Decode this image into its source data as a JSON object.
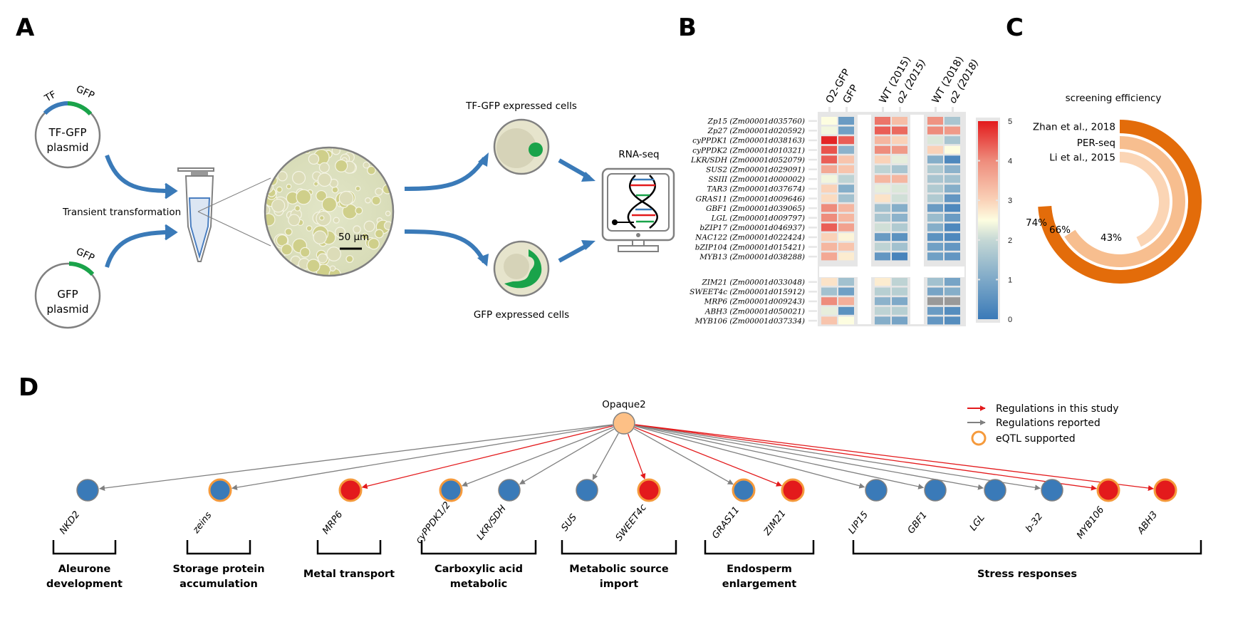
{
  "panels": {
    "A": {
      "letter": "A",
      "plasmid_tf_gfp": {
        "tag_tf": "TF",
        "tag_gfp": "GFP",
        "line1": "TF-GFP",
        "line2": "plasmid"
      },
      "plasmid_gfp": {
        "tag_gfp": "GFP",
        "line1": "GFP",
        "line2": "plasmid"
      },
      "transformation_label": "Transient transformation",
      "scale_bar_label": "50 µm",
      "tf_gfp_cells_label": "TF-GFP expressed cells",
      "gfp_cells_label": "GFP expressed cells",
      "rnaseq_label": "RNA-seq",
      "colors": {
        "arrow": "#3a7ab8",
        "tf": "#3a7ab8",
        "gfp": "#1aa34a",
        "outline": "#808080"
      }
    },
    "B": {
      "letter": "B",
      "column_headers": [
        "O2-GFP",
        "GFP",
        "WT (2015)",
        "o2 (2015)",
        "WT (2018)",
        "o2 (2018)"
      ],
      "column_italic": [
        false,
        false,
        false,
        true,
        false,
        true
      ]
    },
    "C": {
      "letter": "C"
    },
    "D": {
      "letter": "D",
      "hub": "Opaque2",
      "legend": [
        {
          "label": "Regulations in this study",
          "type": "red-arrow"
        },
        {
          "label": "Regulations reported",
          "type": "gray-arrow"
        },
        {
          "label": "eQTL supported",
          "type": "orange-ring"
        }
      ],
      "colors": {
        "study": "#e31a1c",
        "reported": "#808080",
        "eqtl": "#f59a3c",
        "blue_node": "#3a7ab8",
        "red_node": "#e31a1c",
        "hub": "#fdc086"
      }
    }
  },
  "chart_data": [
    {
      "type": "heatmap",
      "title": "",
      "columns": [
        "O2-GFP",
        "GFP",
        "WT (2015)",
        "o2 (2015)",
        "WT (2018)",
        "o2 (2018)"
      ],
      "column_groups": [
        [
          "O2-GFP",
          "GFP"
        ],
        [
          "WT (2015)",
          "o2 (2015)"
        ],
        [
          "WT (2018)",
          "o2 (2018)"
        ]
      ],
      "row_groups": [
        {
          "rows": [
            "Zp15 (Zm00001d035760)",
            "Zp27 (Zm00001d020592)",
            "cyPPDK1 (Zm00001d038163)",
            "cyPPDK2 (Zm00001d010321)",
            "LKR/SDH (Zm00001d052079)",
            "SUS2 (Zm00001d029091)",
            "SSIII (Zm00001d000002)",
            "TAR3 (Zm00001d037674)",
            "GRAS11 (Zm00001d009646)",
            "GBF1 (Zm00001d039065)",
            "LGL (Zm00001d009797)",
            "bZIP17 (Zm00001d046937)",
            "NAC122 (Zm00001d022424)",
            "bZIP104 (Zm00001d015421)",
            "MYB13 (Zm00001d038288)"
          ]
        },
        {
          "rows": [
            "ZIM21 (Zm00001d033048)",
            "SWEET4c (Zm00001d015912)",
            "MRP6 (Zm00001d009243)",
            "ABH3 (Zm00001d050021)",
            "MYB106 (Zm00001d037334)"
          ]
        }
      ],
      "values": [
        [
          2.5,
          0.7,
          4.2,
          3.3,
          3.9,
          1.6
        ],
        [
          2.4,
          0.8,
          4.4,
          4.3,
          4.0,
          3.8
        ],
        [
          4.9,
          4.4,
          3.4,
          3.0,
          2.2,
          1.6
        ],
        [
          4.5,
          1.2,
          4.0,
          3.8,
          3.0,
          2.5
        ],
        [
          4.4,
          3.2,
          3.0,
          2.3,
          1.1,
          0.3
        ],
        [
          3.6,
          3.2,
          1.9,
          1.6,
          1.7,
          1.2
        ],
        [
          2.4,
          1.9,
          3.4,
          3.4,
          1.6,
          1.5
        ],
        [
          3.0,
          1.1,
          2.3,
          2.2,
          1.7,
          1.1
        ],
        [
          2.9,
          1.5,
          2.8,
          2.1,
          1.7,
          0.6
        ],
        [
          4.0,
          3.4,
          1.5,
          1.1,
          0.7,
          0.3
        ],
        [
          4.0,
          3.4,
          1.6,
          1.2,
          1.4,
          0.7
        ],
        [
          4.4,
          3.7,
          2.1,
          1.7,
          1.1,
          0.3
        ],
        [
          3.0,
          2.6,
          0.7,
          0.5,
          0.5,
          0.3
        ],
        [
          3.4,
          3.2,
          1.9,
          1.5,
          0.8,
          0.6
        ],
        [
          3.6,
          2.7,
          0.6,
          0.2,
          0.8,
          0.6
        ]
      ],
      "values_group2": [
        [
          2.8,
          1.5,
          2.7,
          1.9,
          1.5,
          0.9
        ],
        [
          1.5,
          0.8,
          1.8,
          1.8,
          0.9,
          1.1
        ],
        [
          4.0,
          3.5,
          1.2,
          1.0,
          null,
          null
        ],
        [
          2.3,
          0.5,
          1.9,
          1.8,
          0.7,
          0.4
        ],
        [
          3.2,
          2.5,
          1.1,
          0.9,
          0.6,
          0.4
        ]
      ],
      "missing_color": "#999999",
      "scale": {
        "min": 0,
        "max": 5,
        "ticks": [
          0,
          1,
          2,
          3,
          4,
          5
        ],
        "palette": "RdYlBu-like (blue → pale yellow → red)"
      }
    },
    {
      "type": "radial-bar",
      "title": "screening efficiency",
      "series": [
        {
          "name": "Zhan et al., 2018",
          "value": 74,
          "label": "74%",
          "color": "#e36c0a"
        },
        {
          "name": "PER-seq",
          "value": 66,
          "label": "66%",
          "color": "#f7be8f"
        },
        {
          "name": "Li et al.,  2015",
          "value": 43,
          "label": "43%",
          "color": "#fbd5b5"
        }
      ],
      "unit": "%",
      "max": 100
    },
    {
      "type": "network",
      "hub": "Opaque2",
      "nodes": [
        {
          "name": "NKD2",
          "color": "blue",
          "eqtl": false,
          "edge": "reported"
        },
        {
          "name": "zeins",
          "color": "blue",
          "eqtl": true,
          "edge": "reported"
        },
        {
          "name": "MRP6",
          "color": "red",
          "eqtl": true,
          "edge": "study"
        },
        {
          "name": "cyPPDK1/2",
          "color": "blue",
          "eqtl": true,
          "edge": "reported"
        },
        {
          "name": "LKR/SDH",
          "color": "blue",
          "eqtl": false,
          "edge": "reported"
        },
        {
          "name": "SUS",
          "color": "blue",
          "eqtl": false,
          "edge": "reported"
        },
        {
          "name": "SWEET4c",
          "color": "red",
          "eqtl": true,
          "edge": "study"
        },
        {
          "name": "GRAS11",
          "color": "blue",
          "eqtl": true,
          "edge": "reported"
        },
        {
          "name": "ZIM21",
          "color": "red",
          "eqtl": true,
          "edge": "study"
        },
        {
          "name": "LIP15",
          "color": "blue",
          "eqtl": false,
          "edge": "reported"
        },
        {
          "name": "GBF1",
          "color": "blue",
          "eqtl": false,
          "edge": "reported"
        },
        {
          "name": "LGL",
          "color": "blue",
          "eqtl": false,
          "edge": "reported"
        },
        {
          "name": "b-32",
          "color": "blue",
          "eqtl": false,
          "edge": "reported"
        },
        {
          "name": "MYB106",
          "color": "red",
          "eqtl": true,
          "edge": "study"
        },
        {
          "name": "ABH3",
          "color": "red",
          "eqtl": true,
          "edge": "study"
        }
      ],
      "categories": [
        {
          "label": [
            "Aleurone",
            "development"
          ],
          "members": [
            "NKD2"
          ]
        },
        {
          "label": [
            "Storage protein",
            "accumulation"
          ],
          "members": [
            "zeins"
          ]
        },
        {
          "label": [
            "Metal transport"
          ],
          "members": [
            "MRP6"
          ]
        },
        {
          "label": [
            "Carboxylic acid",
            "metabolic"
          ],
          "members": [
            "cyPPDK1/2",
            "LKR/SDH"
          ]
        },
        {
          "label": [
            "Metabolic source",
            "import"
          ],
          "members": [
            "SUS",
            "SWEET4c"
          ]
        },
        {
          "label": [
            "Endosperm",
            "enlargement"
          ],
          "members": [
            "GRAS11",
            "ZIM21"
          ]
        },
        {
          "label": [
            "Stress responses"
          ],
          "members": [
            "LIP15",
            "GBF1",
            "LGL",
            "b-32",
            "MYB106",
            "ABH3"
          ]
        }
      ]
    }
  ]
}
